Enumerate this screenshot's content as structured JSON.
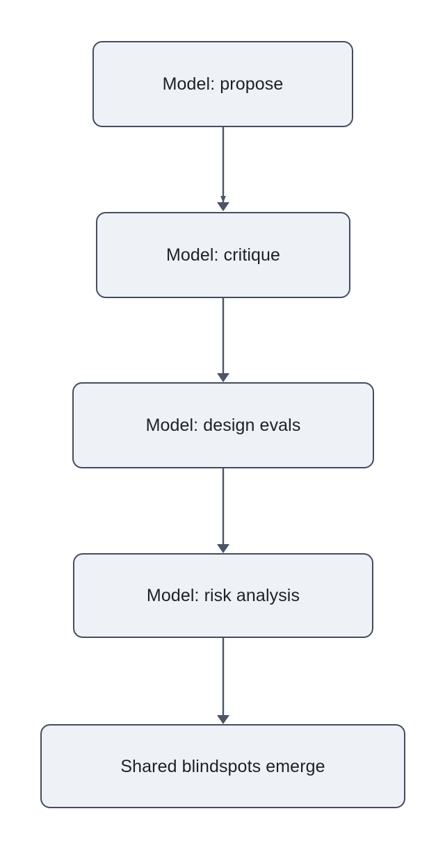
{
  "diagram": {
    "type": "flowchart",
    "orientation": "top-to-bottom",
    "background_color": "#ffffff",
    "node_fill_color": "#eef1f6",
    "node_border_color": "#434d61",
    "node_text_color": "#1c2128",
    "edge_color": "#4b5566",
    "nodes": [
      {
        "id": "n0",
        "label": "Model: propose"
      },
      {
        "id": "n1",
        "label": "Model: critique"
      },
      {
        "id": "n2",
        "label": "Model: design evals"
      },
      {
        "id": "n3",
        "label": "Model: risk analysis"
      },
      {
        "id": "n4",
        "label": "Shared blindspots emerge"
      }
    ],
    "edges": [
      {
        "from": "n0",
        "to": "n1",
        "label": "",
        "arrowhead": "solid-triangle"
      },
      {
        "from": "n1",
        "to": "n2",
        "label": "",
        "arrowhead": "solid-triangle"
      },
      {
        "from": "n2",
        "to": "n3",
        "label": "",
        "arrowhead": "solid-triangle"
      },
      {
        "from": "n3",
        "to": "n4",
        "label": "",
        "arrowhead": "solid-triangle"
      }
    ]
  }
}
